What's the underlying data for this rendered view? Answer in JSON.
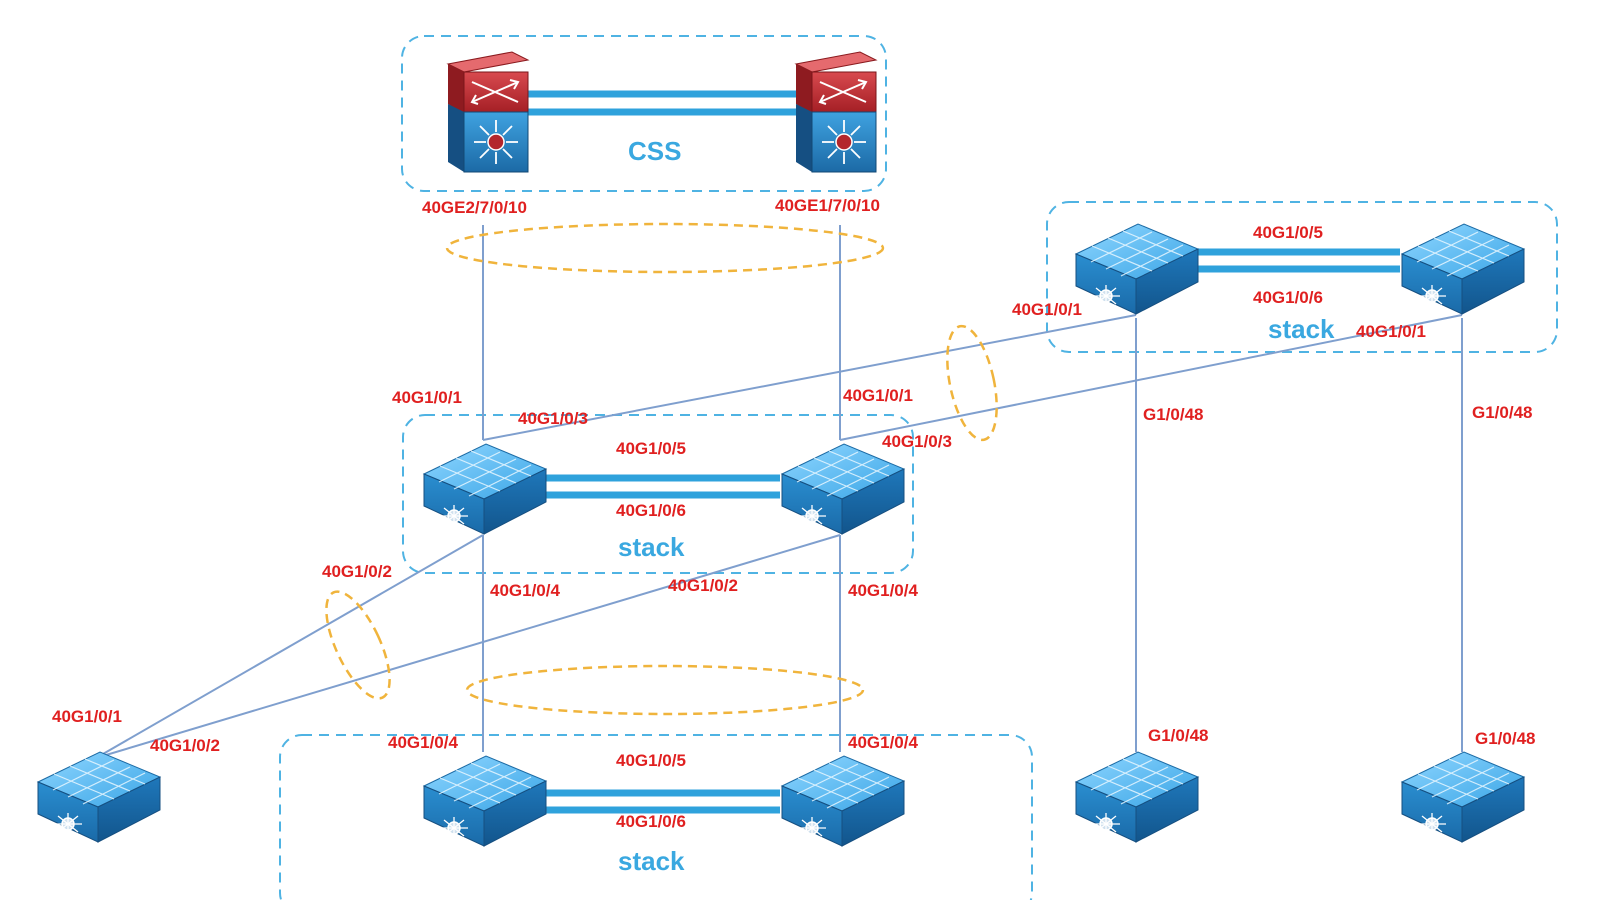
{
  "groups": {
    "core": "CSS",
    "agg_stack": "stack",
    "right_stack": "stack",
    "bottom_stack": "stack"
  },
  "ports": {
    "core_left": "40GE2/7/0/10",
    "core_right": "40GE1/7/0/10",
    "agg_left_up": "40G1/0/1",
    "agg_left_cross": "40G1/0/3",
    "agg_right_up": "40G1/0/1",
    "agg_right_cross": "40G1/0/3",
    "agg_stack_top": "40G1/0/5",
    "agg_stack_bottom": "40G1/0/6",
    "agg_left_down_side": "40G1/0/2",
    "agg_left_down": "40G1/0/4",
    "agg_right_down_side": "40G1/0/2",
    "agg_right_down": "40G1/0/4",
    "right_stack_top": "40G1/0/5",
    "right_stack_bottom": "40G1/0/6",
    "right_left_port": "40G1/0/1",
    "right_right_port": "40G1/0/1",
    "right_left_down": "G1/0/48",
    "right_right_down": "G1/0/48",
    "access_left_p1": "40G1/0/1",
    "access_left_p2": "40G1/0/2",
    "bottom_left_up": "40G1/0/4",
    "bottom_right_up": "40G1/0/4",
    "bottom_stack_top": "40G1/0/5",
    "bottom_stack_bottom": "40G1/0/6",
    "access_mid_up": "G1/0/48",
    "access_far_up": "G1/0/48"
  },
  "colors": {
    "port_label": "#e02020",
    "group_label": "#3aa8e0",
    "group_border": "#4fb3e3",
    "lag_ring": "#f0b43c",
    "link": "#7f9fce",
    "switch_blue": "#2f8fd0",
    "core_red": "#b8262c"
  },
  "icons": {
    "core_switch": "core-switch-icon",
    "access_switch": "switch-icon"
  }
}
